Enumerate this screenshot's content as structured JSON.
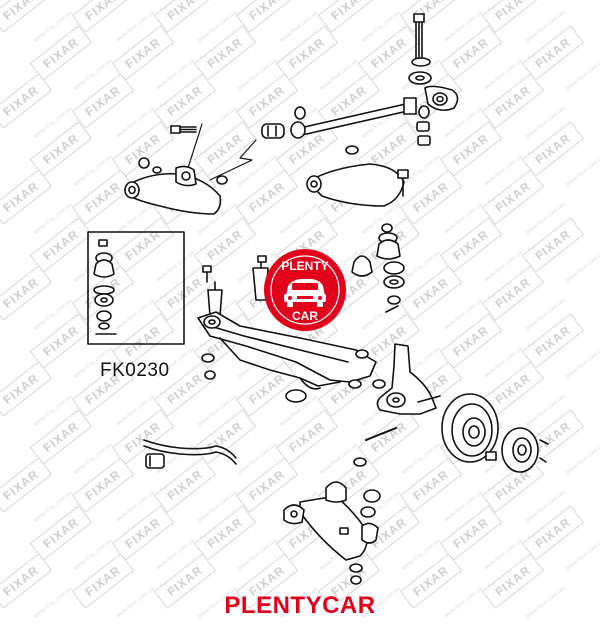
{
  "watermark": {
    "brand": "FIXAR",
    "small_text": "www.fixar.com.ua"
  },
  "diagram": {
    "kit_label": "FK0230"
  },
  "logo": {
    "top_text": "PLENTY",
    "bottom_text": "CAR",
    "color": "#e2001a"
  },
  "footer": {
    "brand": "PLENTYCAR",
    "color": "#e2001a"
  }
}
